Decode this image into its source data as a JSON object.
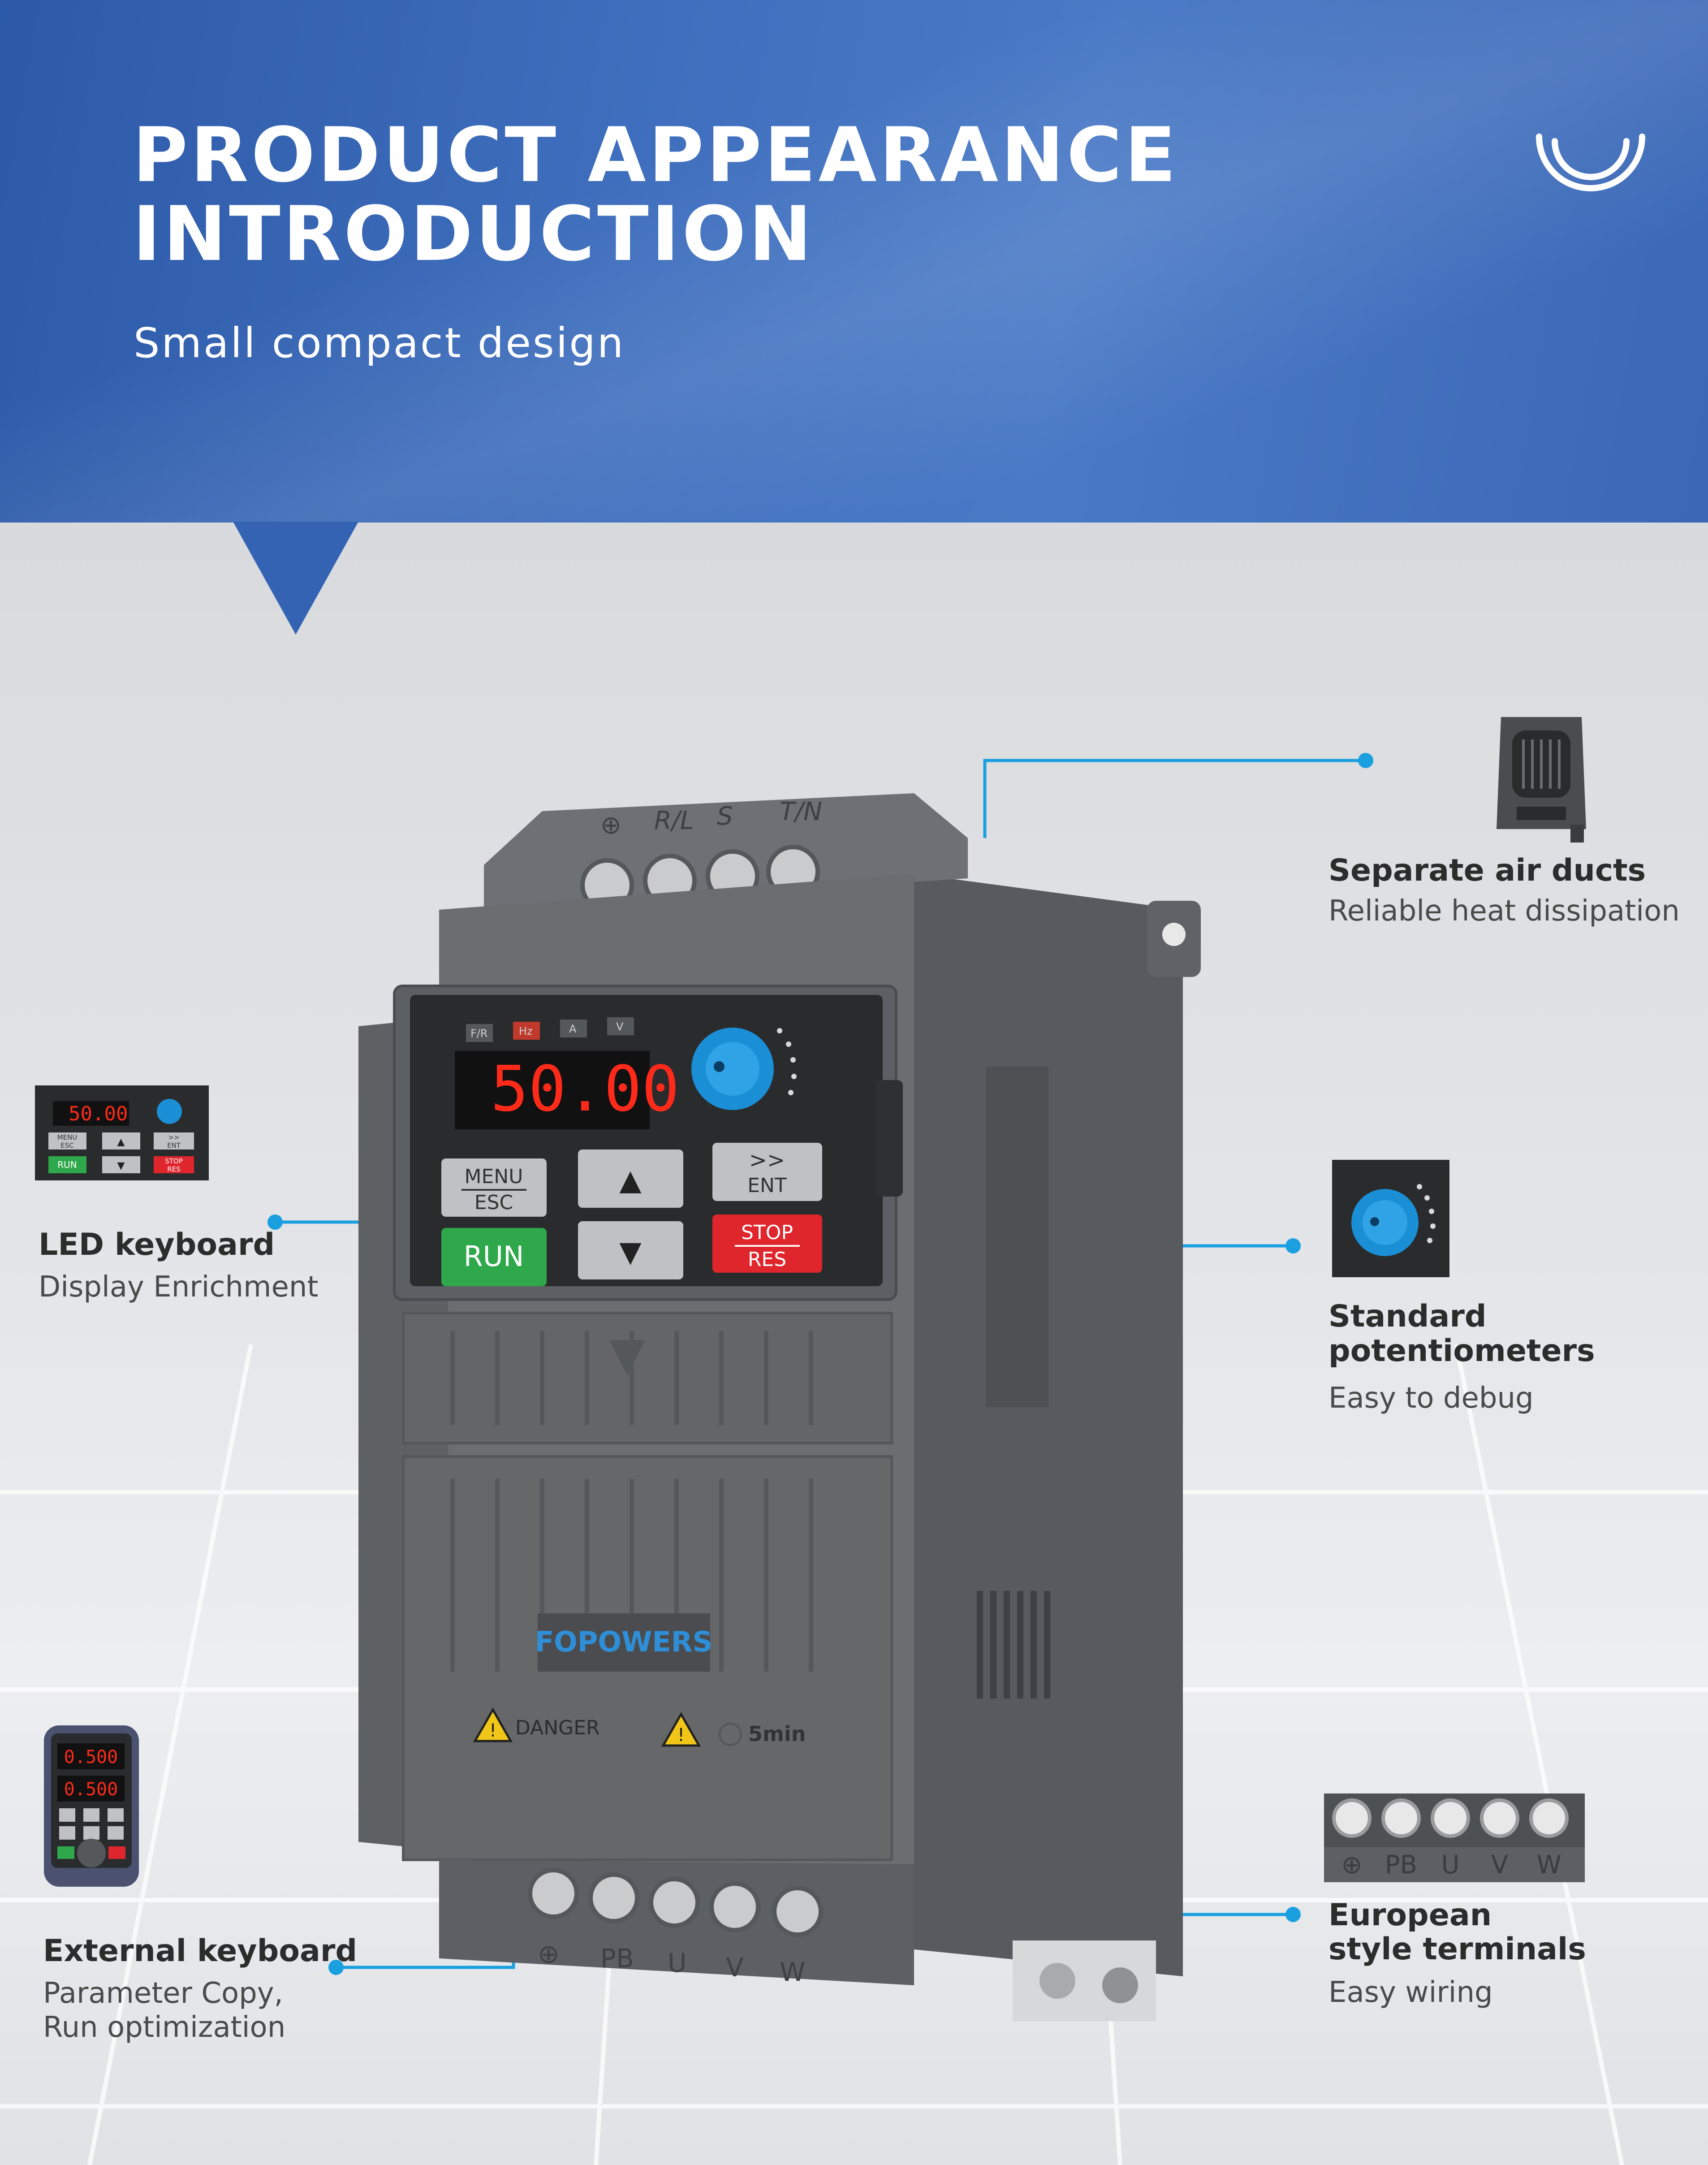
{
  "header": {
    "title_line1": "PRODUCT APPEARANCE",
    "title_line2": "INTRODUCTION",
    "subtitle": "Small compact design"
  },
  "colors": {
    "header_blue": "#3a67b6",
    "accent_cyan": "#1aa0e0",
    "device_gray": "#6b6d70",
    "text_dark": "#2c2c2c"
  },
  "device": {
    "top_terminal_labels": [
      "⊕",
      "R/L",
      "S",
      "T/N"
    ],
    "display_value": "50.00",
    "indicator_labels": [
      "F/R",
      "Hz",
      "A",
      "V"
    ],
    "keys": {
      "menu": "MENU",
      "esc": "ESC",
      "up": "▲",
      "down": "▼",
      "shift": ">>",
      "ent": "ENT",
      "run": "RUN",
      "stop": "STOP",
      "res": "RES"
    },
    "brand": "FOPOWERS",
    "warning_danger": "DANGER",
    "warning_time": "5min",
    "bottom_terminal_labels": [
      "⊕",
      "PB",
      "U",
      "V",
      "W"
    ]
  },
  "features": {
    "air_ducts": {
      "title": "Separate air ducts",
      "desc": "Reliable heat dissipation",
      "icon": "air-duct-icon"
    },
    "led_keyboard": {
      "title": "LED keyboard",
      "desc": "Display Enrichment",
      "icon": "led-keyboard-icon"
    },
    "potentiometer": {
      "title_line1": "Standard",
      "title_line2": "potentiometers",
      "desc": "Easy to debug",
      "icon": "potentiometer-icon"
    },
    "external_keyboard": {
      "title": "External keyboard",
      "desc_line1": "Parameter Copy,",
      "desc_line2": "Run optimization",
      "icon": "external-keyboard-icon"
    },
    "terminals": {
      "title_line1": "European",
      "title_line2": "style terminals",
      "desc": "Easy wiring",
      "icon": "terminal-block-icon",
      "thumb_labels": [
        "⊕",
        "PB",
        "U",
        "V",
        "W"
      ]
    }
  },
  "thumbs": {
    "led_display": "50.00",
    "led_keys": [
      "MENU",
      "ESC",
      "▲",
      ">>",
      "ENT",
      "RUN",
      "▼",
      "STOP",
      "RES"
    ],
    "ext_display_top": "0.500",
    "ext_display_bottom": "0.500"
  }
}
